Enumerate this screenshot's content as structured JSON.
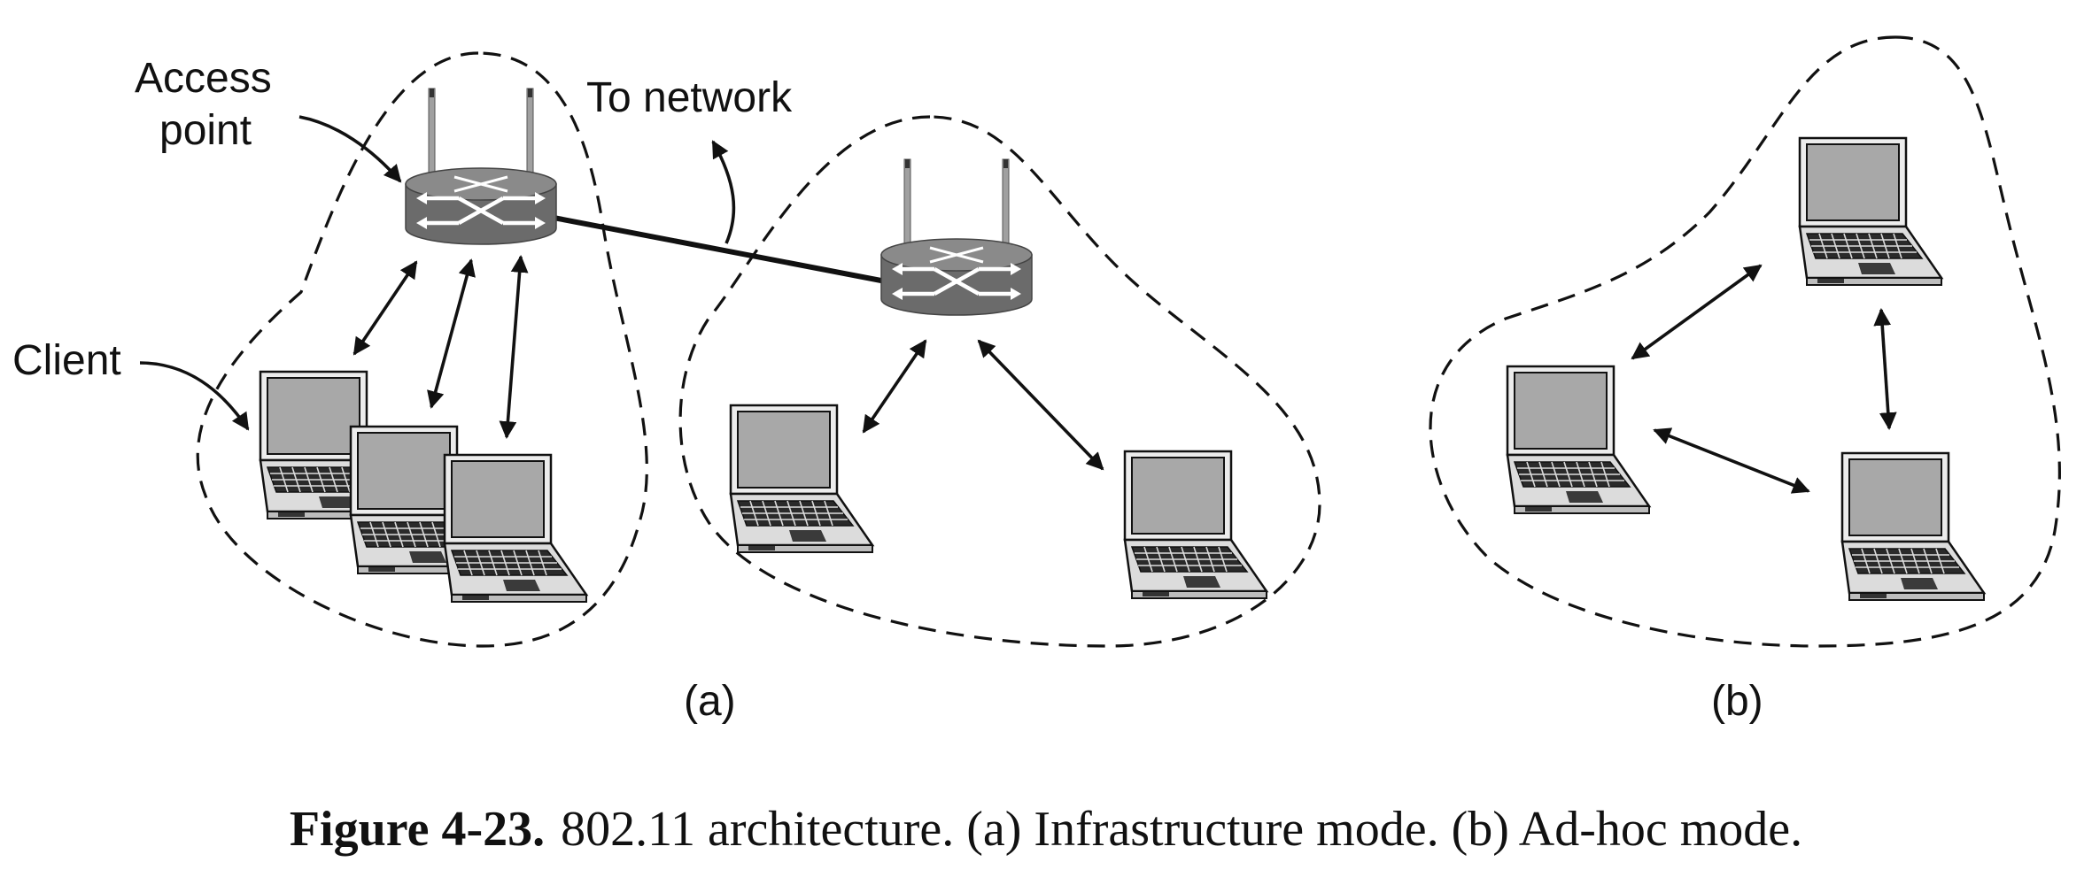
{
  "labels": {
    "access_point_line1": "Access",
    "access_point_line2": "point",
    "to_network": "To network",
    "client": "Client",
    "panel_a": "(a)",
    "panel_b": "(b)"
  },
  "caption": {
    "figure_number": "Figure 4-23.",
    "text": "802.11 architecture. (a) Infrastructure mode. (b) Ad-hoc mode."
  },
  "icons": {
    "router": "wireless-access-point-icon",
    "laptop": "laptop-icon"
  },
  "colors": {
    "router_body": "#6b6b6b",
    "router_top": "#8a8a8a",
    "laptop_screen": "#a8a8a8",
    "laptop_body": "#d8d8d8",
    "ink": "#111111"
  }
}
